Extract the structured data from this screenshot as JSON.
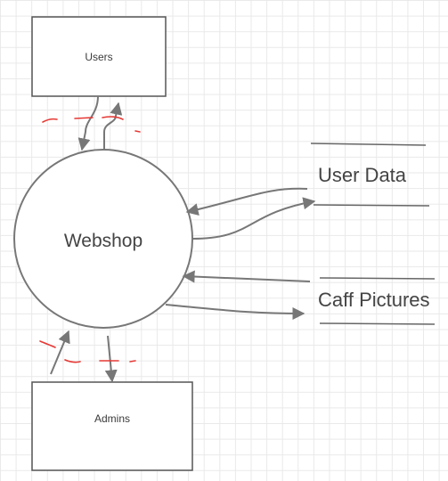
{
  "diagram": {
    "entities": {
      "users": "Users",
      "admins": "Admins"
    },
    "process": "Webshop",
    "stores": {
      "user_data": "User Data",
      "caff_pictures": "Caff Pictures"
    },
    "colors": {
      "stroke": "#777777",
      "text": "#444444",
      "annotation": "#e53935",
      "grid": "#e9e9e9"
    }
  }
}
